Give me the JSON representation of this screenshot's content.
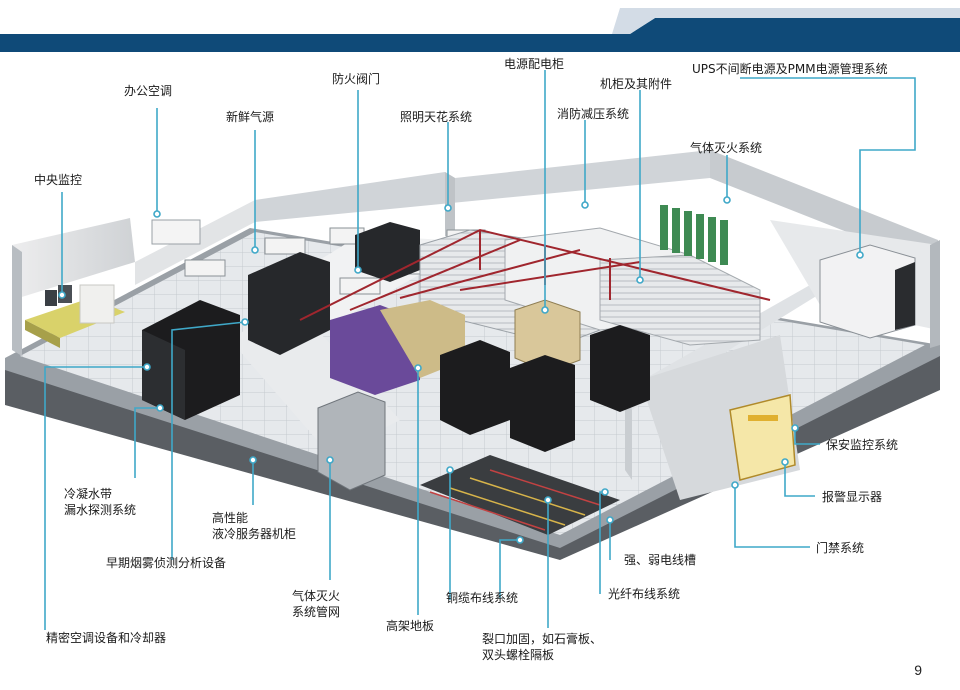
{
  "labels": {
    "office_ac": "办公空调",
    "fresh_air": "新鲜气源",
    "fire_valve": "防火阀门",
    "lighting_ceiling": "照明天花系统",
    "power_cabinet": "电源配电柜",
    "rack_accessories": "机柜及其附件",
    "ups_pmm": "UPS不间断电源及PMM电源管理系统",
    "fire_pressure_relief": "消防减压系统",
    "gas_fire_system": "气体灭火系统",
    "central_monitor": "中央监控",
    "security_monitor": "保安监控系统",
    "alarm_display": "报警显示器",
    "access_control": "门禁系统",
    "condensate_leak_1": "冷凝水带",
    "condensate_leak_2": "漏水探测系统",
    "hp_liquid_cooling_1": "高性能",
    "hp_liquid_cooling_2": "液冷服务器机柜",
    "early_smoke": "早期烟雾侦测分析设备",
    "gas_pipe_network_1": "气体灭火",
    "gas_pipe_network_2": "系统管网",
    "raised_floor": "高架地板",
    "copper_cabling": "铜缆布线系统",
    "strong_weak_tray": "强、弱电线槽",
    "fiber_cabling": "光纤布线系统",
    "crack_reinforce_1": "裂口加固，如石膏板、",
    "crack_reinforce_2": "双头螺栓隔板",
    "precision_ac": "精密空调设备和冷却器"
  },
  "page_number": "9",
  "colors": {
    "header_dark": "#0f4a78",
    "header_light": "#d3dce6",
    "leader_line": "#3fa8c8",
    "pipe_red": "#a0262e",
    "cabinet_black": "#1c1c1e",
    "cabinet_purple": "#6a4a9a",
    "cabinet_tan": "#d9c79a"
  }
}
